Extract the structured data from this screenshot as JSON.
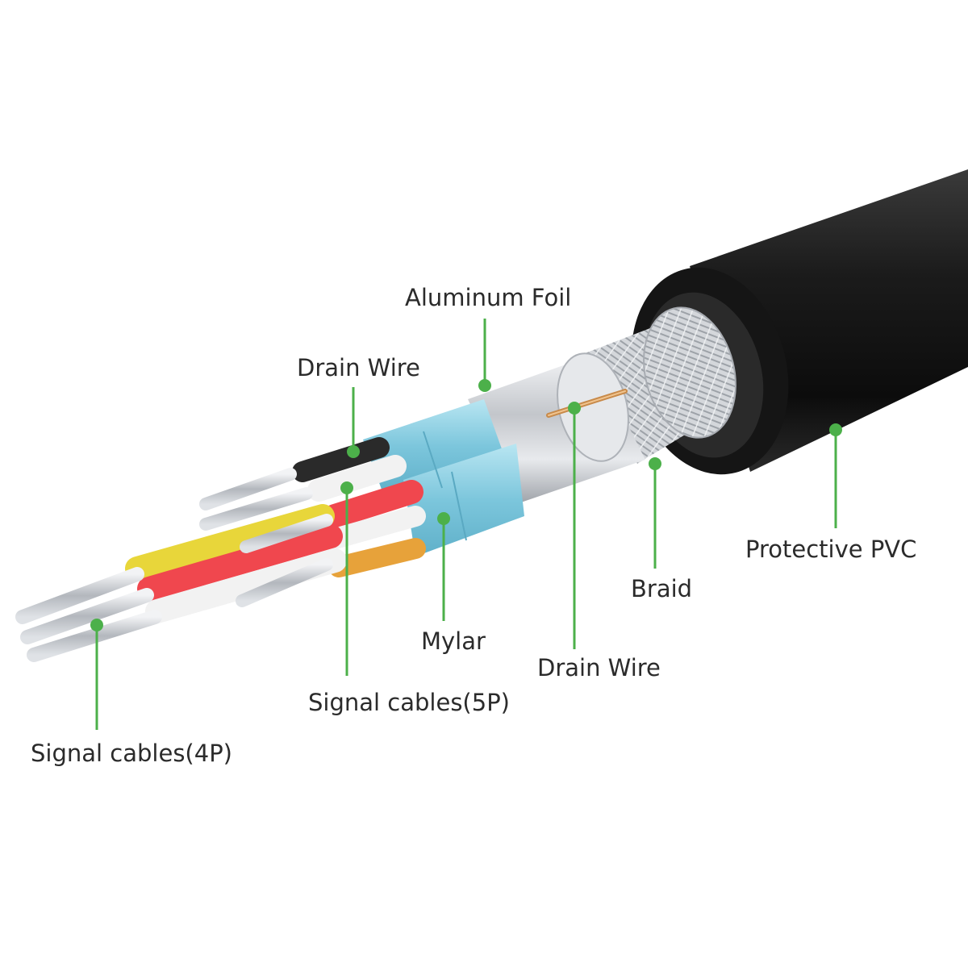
{
  "callout_color": "#4cb04a",
  "labels": {
    "aluminum_foil": "Aluminum Foil",
    "drain_wire_top": "Drain Wire",
    "signal_cables_5p": "Signal cables(5P)",
    "signal_cables_4p": "Signal cables(4P)",
    "mylar": "Mylar",
    "drain_wire_bottom": "Drain Wire",
    "braid": "Braid",
    "protective_pvc": "Protective PVC"
  },
  "parts": [
    {
      "name": "protective-pvc",
      "color": "#141414"
    },
    {
      "name": "braid",
      "color": "#c9ccd0"
    },
    {
      "name": "aluminum-foil",
      "color": "#d6d8dc"
    },
    {
      "name": "mylar",
      "color": "#8fd0e3"
    },
    {
      "name": "drain-wire-copper",
      "color": "#c88a4a"
    },
    {
      "name": "wire-red",
      "color": "#f0474e"
    },
    {
      "name": "wire-yellow",
      "color": "#e8d63a"
    },
    {
      "name": "wire-orange",
      "color": "#e7a23a"
    },
    {
      "name": "wire-black",
      "color": "#2a2a2a"
    },
    {
      "name": "wire-white",
      "color": "#f2f2f2"
    }
  ]
}
